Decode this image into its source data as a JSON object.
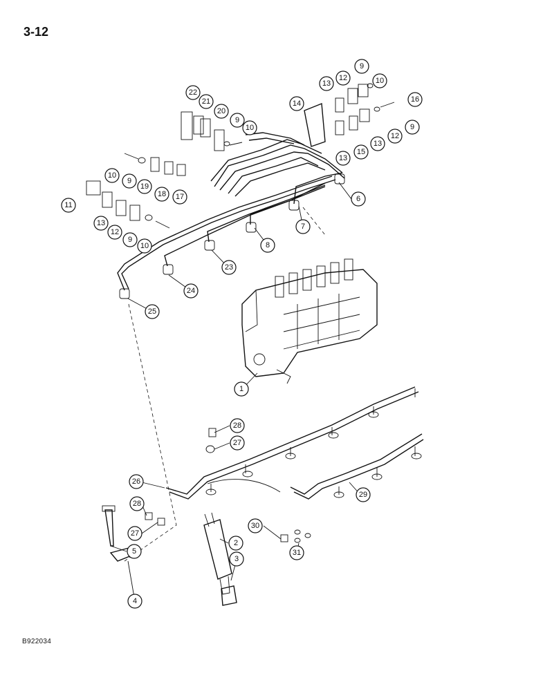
{
  "page_number": "3-12",
  "figure_code": "B922034",
  "callouts": [
    {
      "id": "c1",
      "label": "1"
    },
    {
      "id": "c2",
      "label": "2"
    },
    {
      "id": "c3",
      "label": "3"
    },
    {
      "id": "c4",
      "label": "4"
    },
    {
      "id": "c5",
      "label": "5"
    },
    {
      "id": "c6",
      "label": "6"
    },
    {
      "id": "c7",
      "label": "7"
    },
    {
      "id": "c8",
      "label": "8"
    },
    {
      "id": "c9a",
      "label": "9"
    },
    {
      "id": "c9b",
      "label": "9"
    },
    {
      "id": "c9c",
      "label": "9"
    },
    {
      "id": "c9d",
      "label": "9"
    },
    {
      "id": "c9e",
      "label": "9"
    },
    {
      "id": "c10a",
      "label": "10"
    },
    {
      "id": "c10b",
      "label": "10"
    },
    {
      "id": "c10c",
      "label": "10"
    },
    {
      "id": "c10d",
      "label": "10"
    },
    {
      "id": "c11",
      "label": "11"
    },
    {
      "id": "c12a",
      "label": "12"
    },
    {
      "id": "c12b",
      "label": "12"
    },
    {
      "id": "c12c",
      "label": "12"
    },
    {
      "id": "c13a",
      "label": "13"
    },
    {
      "id": "c13b",
      "label": "13"
    },
    {
      "id": "c13c",
      "label": "13"
    },
    {
      "id": "c13d",
      "label": "13"
    },
    {
      "id": "c14",
      "label": "14"
    },
    {
      "id": "c15",
      "label": "15"
    },
    {
      "id": "c16",
      "label": "16"
    },
    {
      "id": "c17",
      "label": "17"
    },
    {
      "id": "c18",
      "label": "18"
    },
    {
      "id": "c19",
      "label": "19"
    },
    {
      "id": "c20",
      "label": "20"
    },
    {
      "id": "c21",
      "label": "21"
    },
    {
      "id": "c22",
      "label": "22"
    },
    {
      "id": "c23",
      "label": "23"
    },
    {
      "id": "c24",
      "label": "24"
    },
    {
      "id": "c25",
      "label": "25"
    },
    {
      "id": "c26",
      "label": "26"
    },
    {
      "id": "c27a",
      "label": "27"
    },
    {
      "id": "c27b",
      "label": "27"
    },
    {
      "id": "c28a",
      "label": "28"
    },
    {
      "id": "c28b",
      "label": "28"
    },
    {
      "id": "c29",
      "label": "29"
    },
    {
      "id": "c30",
      "label": "30"
    },
    {
      "id": "c31",
      "label": "31"
    }
  ]
}
